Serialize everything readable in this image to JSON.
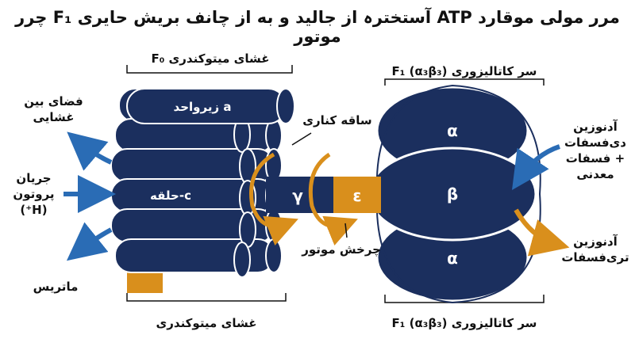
{
  "title": "مرر مولی موقارد ATP آستخترہ از جالید و به از چانف بریش حایری F₁ چرر موتور",
  "labels": {
    "membrane_f0": "غشای میتوکندری   F₀",
    "f1_head_top": "سر کاتالیزوری F₁ (α₃β₃)",
    "f1_head_bottom": "سر کاتالیزوری F₁ (α₃β₃)",
    "intermembrane_space": "فضای بین\nغشایی",
    "proton_flow": "جریان\nپروتون\n(H⁺)",
    "matrix": "ماتریس",
    "membrane_bottom": "غشای میتوکندری",
    "central_stalk": "ساقه کناری",
    "motor_rotation": "چرخش موتور",
    "adp_input": "آدنوزین\nدی‌فسفات\n+ فسفات\nمعدنی",
    "atp_output": "آدنوزین\nتری‌فسفات"
  },
  "subunits": {
    "a": "زیرواحد a",
    "c_ring": "حلقه-c",
    "gamma": "γ",
    "epsilon": "ε",
    "alpha_top": "α",
    "beta": "β",
    "alpha_bottom": "α"
  },
  "colors": {
    "navy": "#1b2f5e",
    "blue_arrow": "#2a6cb5",
    "orange": "#d98f1c"
  }
}
